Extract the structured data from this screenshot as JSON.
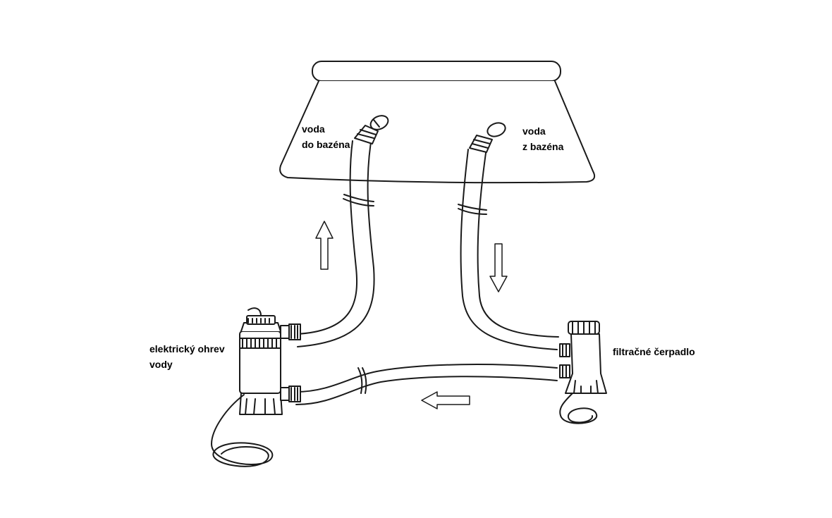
{
  "labels": {
    "water_to_pool": [
      "voda",
      "do bazéna"
    ],
    "water_from_pool": [
      "voda",
      "z bazéna"
    ],
    "heater": [
      "elektrický ohrev",
      "vody"
    ],
    "pump": [
      "filtračné čerpadlo"
    ]
  },
  "colors": {
    "line": "#1a1a1a",
    "background": "#ffffff"
  },
  "icons": [
    "arrow-up-icon",
    "arrow-down-icon",
    "arrow-left-icon"
  ]
}
